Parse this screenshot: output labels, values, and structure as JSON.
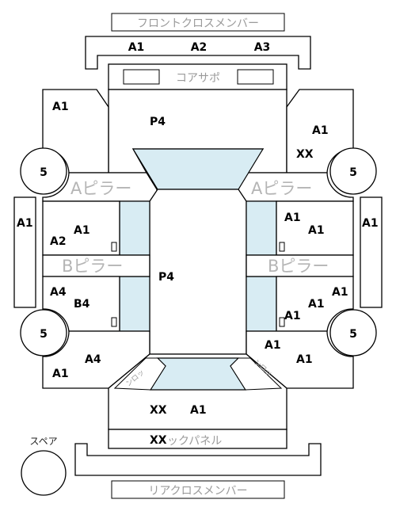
{
  "parts": {
    "front_cross_member": "フロントクロスメンバー",
    "core_support": "コアサポ",
    "a_pillar": "Aピラー",
    "b_pillar": "Bピラー",
    "back_panel": "ックパネル",
    "rear_cross_member": "リアクロスメンバー",
    "spare": "スペア",
    "lrf_strut": "ンロッ"
  },
  "codes": {
    "front_member_1": "A1",
    "front_member_2": "A2",
    "front_member_3": "A3",
    "left_front_fender": "A1",
    "hood": "P4",
    "right_front_fender_1": "A1",
    "right_front_fender_2": "XX",
    "left_front_tire": "5",
    "right_front_tire": "5",
    "left_rocker": "A1",
    "right_rocker": "A1",
    "left_front_door_1": "A1",
    "left_front_door_2": "A2",
    "right_front_door_1": "A1",
    "right_front_door_2": "A1",
    "roof": "P4",
    "left_rear_door_1": "A4",
    "left_rear_door_2": "B4",
    "right_rear_door_1": "A1",
    "right_rear_door_2": "A1",
    "right_rear_door_3": "A1",
    "left_rear_tire": "5",
    "right_rear_tire": "5",
    "left_quarter_1": "A4",
    "left_quarter_2": "A1",
    "right_quarter_1": "A1",
    "right_quarter_2": "A1",
    "trunk_1": "XX",
    "trunk_2": "A1",
    "back_panel_code": "XX"
  }
}
